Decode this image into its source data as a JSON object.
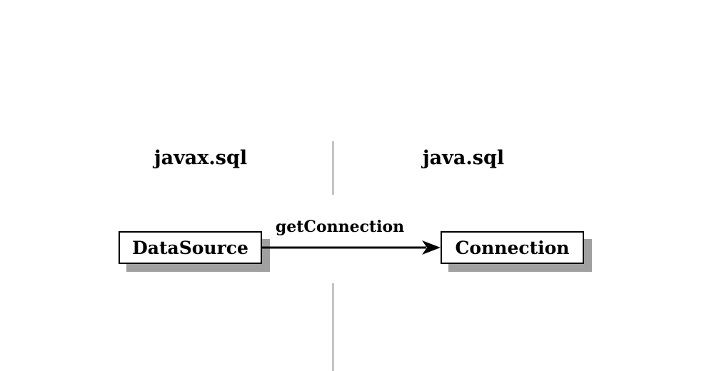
{
  "packages": {
    "left": {
      "label": "javax.sql"
    },
    "right": {
      "label": "java.sql"
    }
  },
  "nodes": {
    "source": {
      "label": "DataSource"
    },
    "target": {
      "label": "Connection"
    }
  },
  "arrow": {
    "label": "getConnection"
  },
  "colors": {
    "background": "#ffffff",
    "text": "#000000",
    "box_border": "#000000",
    "box_fill": "#ffffff",
    "box_shadow": "#a0a0a0",
    "divider": "#c4c4c4"
  }
}
